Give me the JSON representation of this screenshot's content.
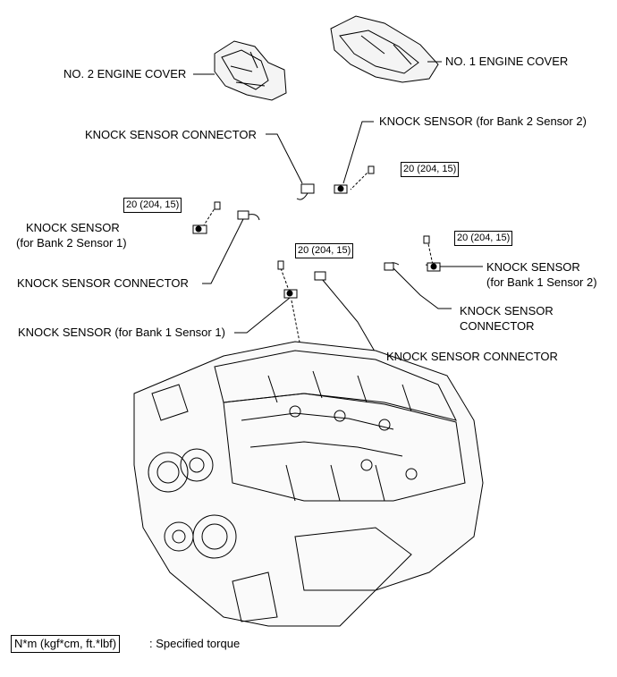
{
  "labels": {
    "engine_cover_2": "NO. 2 ENGINE COVER",
    "engine_cover_1": "NO. 1 ENGINE COVER",
    "ks_connector_top": "KNOCK SENSOR CONNECTOR",
    "ks_bank2_sensor2": "KNOCK SENSOR (for Bank 2 Sensor 2)",
    "ks_bank2_sensor1_line1": "KNOCK SENSOR",
    "ks_bank2_sensor1_line2": "(for Bank 2 Sensor 1)",
    "ks_connector_left": "KNOCK SENSOR CONNECTOR",
    "ks_bank1_sensor2_line1": "KNOCK SENSOR",
    "ks_bank1_sensor2_line2": "(for Bank 1 Sensor 2)",
    "ks_connector_right_line1": "KNOCK SENSOR",
    "ks_connector_right_line2": "CONNECTOR",
    "ks_bank1_sensor1": "KNOCK SENSOR (for Bank 1 Sensor 1)",
    "ks_connector_center": "KNOCK SENSOR CONNECTOR"
  },
  "torque_boxes": {
    "bank2_sensor2": "20 (204, 15)",
    "bank2_sensor1": "20 (204, 15)",
    "bank1_sensor1": "20 (204, 15)",
    "bank1_sensor2": "20 (204, 15)"
  },
  "legend": {
    "unit": "N*m (kgf*cm, ft.*lbf)",
    "description": ": Specified torque"
  }
}
